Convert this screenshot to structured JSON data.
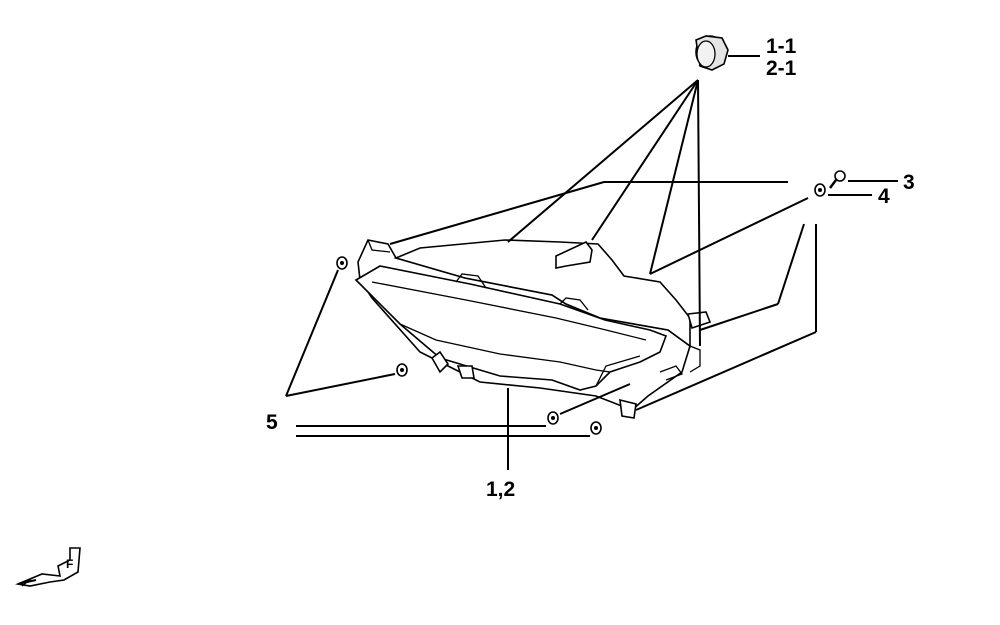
{
  "callouts": {
    "bulb_a": "1-1",
    "bulb_b": "2-1",
    "screw": "3",
    "washer": "4",
    "grommet": "5",
    "assembly": "1,2"
  },
  "direction_marker": "F"
}
